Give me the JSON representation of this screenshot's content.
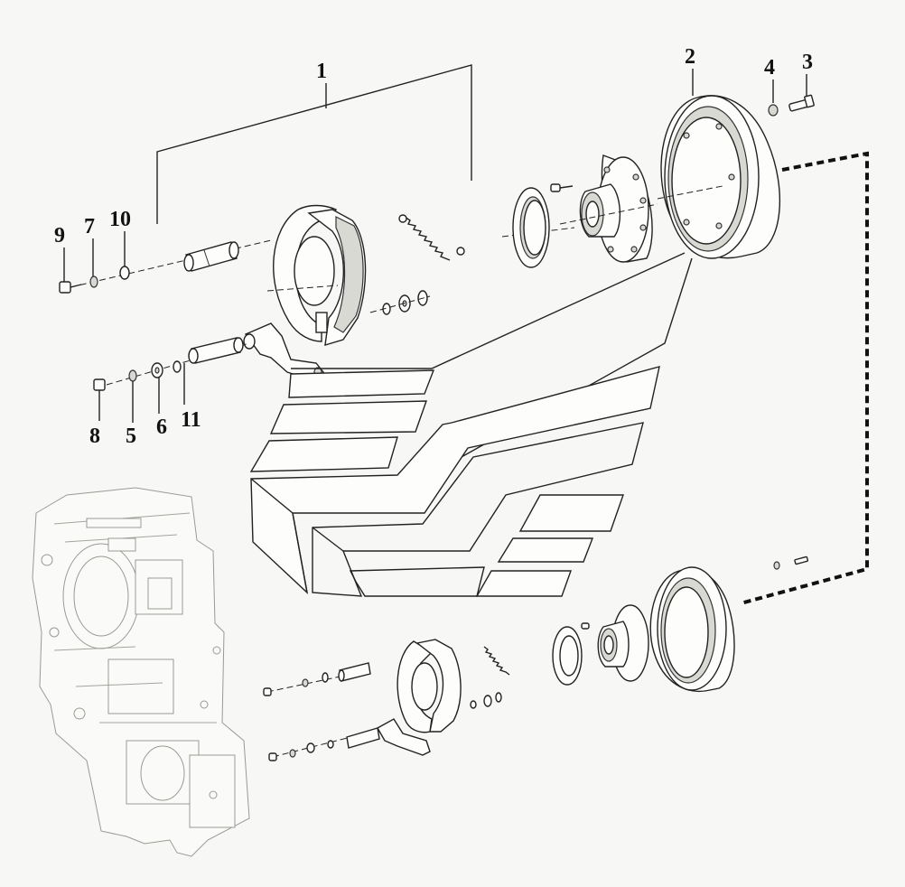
{
  "diagram": {
    "callouts": [
      {
        "id": "1",
        "label": "1"
      },
      {
        "id": "2",
        "label": "2"
      },
      {
        "id": "3",
        "label": "3"
      },
      {
        "id": "4",
        "label": "4"
      },
      {
        "id": "5",
        "label": "5"
      },
      {
        "id": "6",
        "label": "6"
      },
      {
        "id": "7",
        "label": "7"
      },
      {
        "id": "8",
        "label": "8"
      },
      {
        "id": "9",
        "label": "9"
      },
      {
        "id": "10",
        "label": "10"
      },
      {
        "id": "11",
        "label": "11"
      }
    ]
  }
}
